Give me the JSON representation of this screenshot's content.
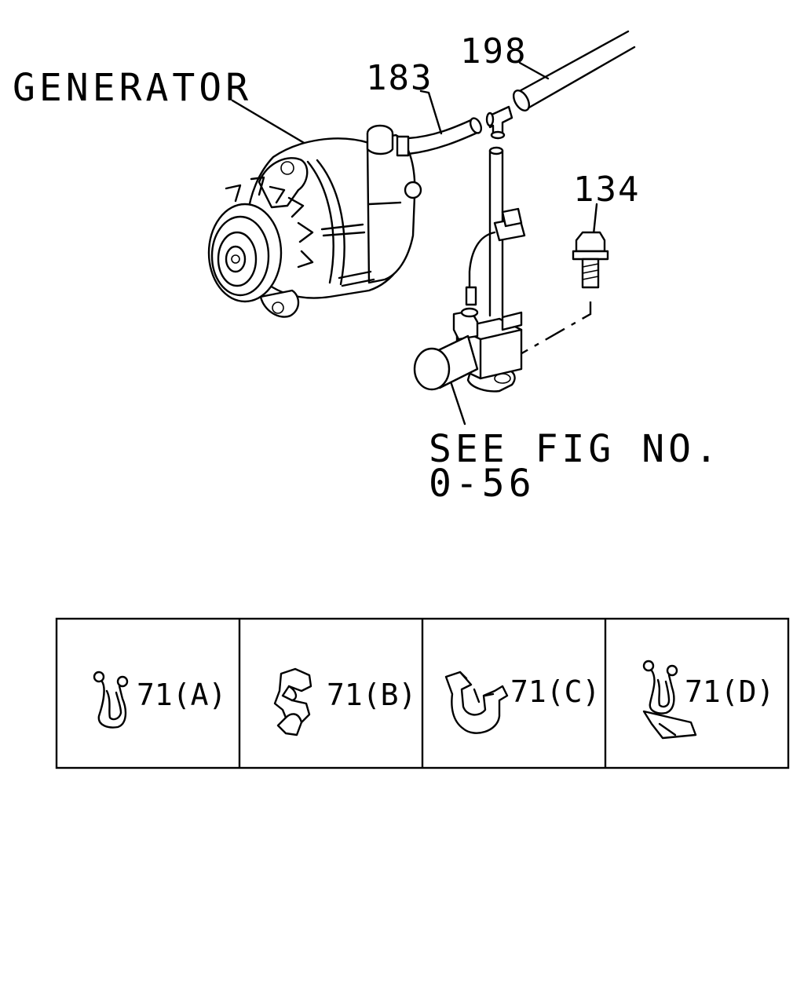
{
  "labels": {
    "generator": "GENERATOR",
    "part_198": "198",
    "part_183": "183",
    "part_134": "134",
    "see_fig_line1": "SEE FIG NO.",
    "see_fig_line2": "0-56"
  },
  "clips": [
    {
      "label": "71(A)"
    },
    {
      "label": "71(B)"
    },
    {
      "label": "71(C)"
    },
    {
      "label": "71(D)"
    }
  ]
}
